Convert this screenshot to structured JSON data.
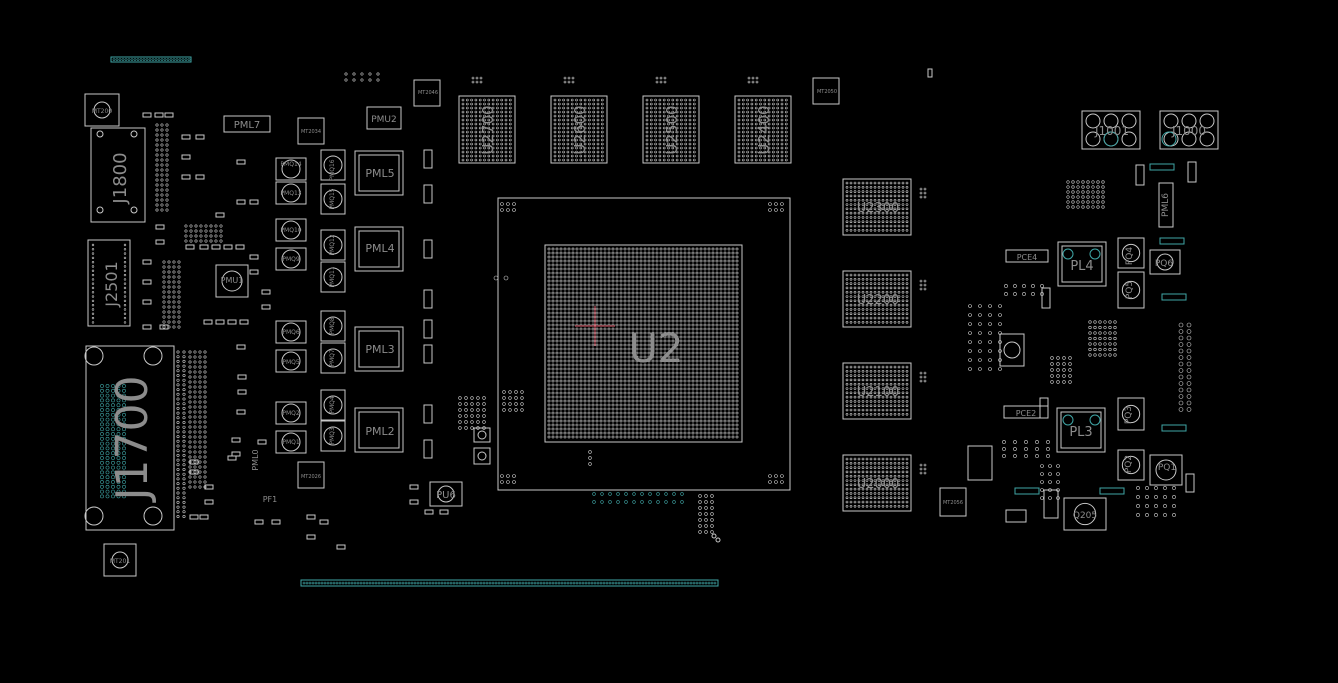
{
  "view": {
    "background": "#000000",
    "outline_color": "#c8c8c8",
    "label_color": "#8c8c8c",
    "pin_color": "#cfcfcf",
    "teal_color": "#3fa6a6",
    "cursor_color": "#e05a6a"
  },
  "labels": {
    "gpu": "U2",
    "mem_top": [
      "U2700",
      "U2600",
      "U2500",
      "U2400"
    ],
    "mem_side": [
      "U2300",
      "U2200",
      "U2100",
      "U2000"
    ],
    "connectors": {
      "j1800": "J1800",
      "j2501": "J2501",
      "j1700": "J1700",
      "j1001": "J1001",
      "j1000": "J1000"
    },
    "inductors": {
      "pml5": "PML5",
      "pml4": "PML4",
      "pml3": "PML3",
      "pml2": "PML2",
      "pml7": "PML7",
      "pml6": "PML6",
      "pl4": "PL4",
      "pl3": "PL3"
    },
    "chips": {
      "pmu2": "PMU2",
      "pmu1": "PMU1",
      "pu6": "PU6",
      "pce4": "PCE4",
      "pce2": "PCE2",
      "pq1": "PQ1",
      "pq2": "PQ2",
      "pq3": "PQ3",
      "pq4": "PQ4",
      "pq5": "PQ5",
      "pq6": "PQ6",
      "pf1": "PF1",
      "q205": "Q205",
      "pml0": "PML0"
    },
    "mosfets": [
      "PMQ14",
      "PMQ13",
      "PMQ10",
      "PMQ9",
      "PMQ6",
      "PMQ5",
      "PMQ2",
      "PMQ1"
    ],
    "mosfets_b": [
      "PMQ16",
      "PMQ15",
      "PMQ12",
      "PMQ11",
      "PMQ8",
      "PMQ7",
      "PMQ4",
      "PMQ3"
    ],
    "mounts": {
      "mt200": "MT200",
      "mt201": "MT201",
      "mt2034": "MT2034",
      "mt2046": "MT2046",
      "mt2050": "MT2050",
      "mt2056": "MT2056",
      "mt2026": "MT2026"
    }
  }
}
